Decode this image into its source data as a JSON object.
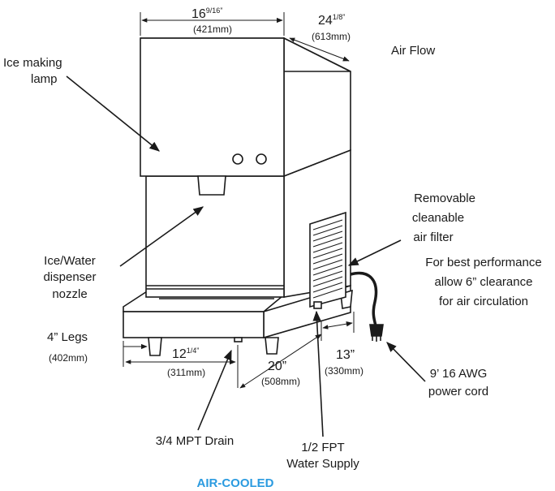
{
  "labels": {
    "ice_lamp": [
      "Ice making",
      "lamp"
    ],
    "air_flow": "Air Flow",
    "nozzle": [
      "Ice/Water",
      "dispenser",
      "nozzle"
    ],
    "filter": [
      "Removable",
      "cleanable",
      "air filter"
    ],
    "clearance": [
      "For best performance",
      "allow 6” clearance",
      "for air circulation"
    ],
    "legs": "4” Legs",
    "drain": "3/4 MPT Drain",
    "water": [
      "1/2 FPT",
      "Water Supply"
    ],
    "power": [
      "9’ 16 AWG",
      "power cord"
    ]
  },
  "dimensions": {
    "width": {
      "main": "16",
      "frac": "9/16”",
      "mm": "(421mm)"
    },
    "depth": {
      "main": "24",
      "frac": "1/8”",
      "mm": "(613mm)"
    },
    "legs_mm": "(402mm)",
    "leg_span": {
      "main": "12",
      "frac": "1/4”",
      "mm": "(311mm)"
    },
    "depth_base": {
      "main": "20”",
      "mm": "(508mm)"
    },
    "side": {
      "main": "13”",
      "mm": "(330mm)"
    }
  },
  "caption": "AIR-COOLED",
  "colors": {
    "caption": "#2b9be0",
    "line": "#1a1a1a"
  }
}
